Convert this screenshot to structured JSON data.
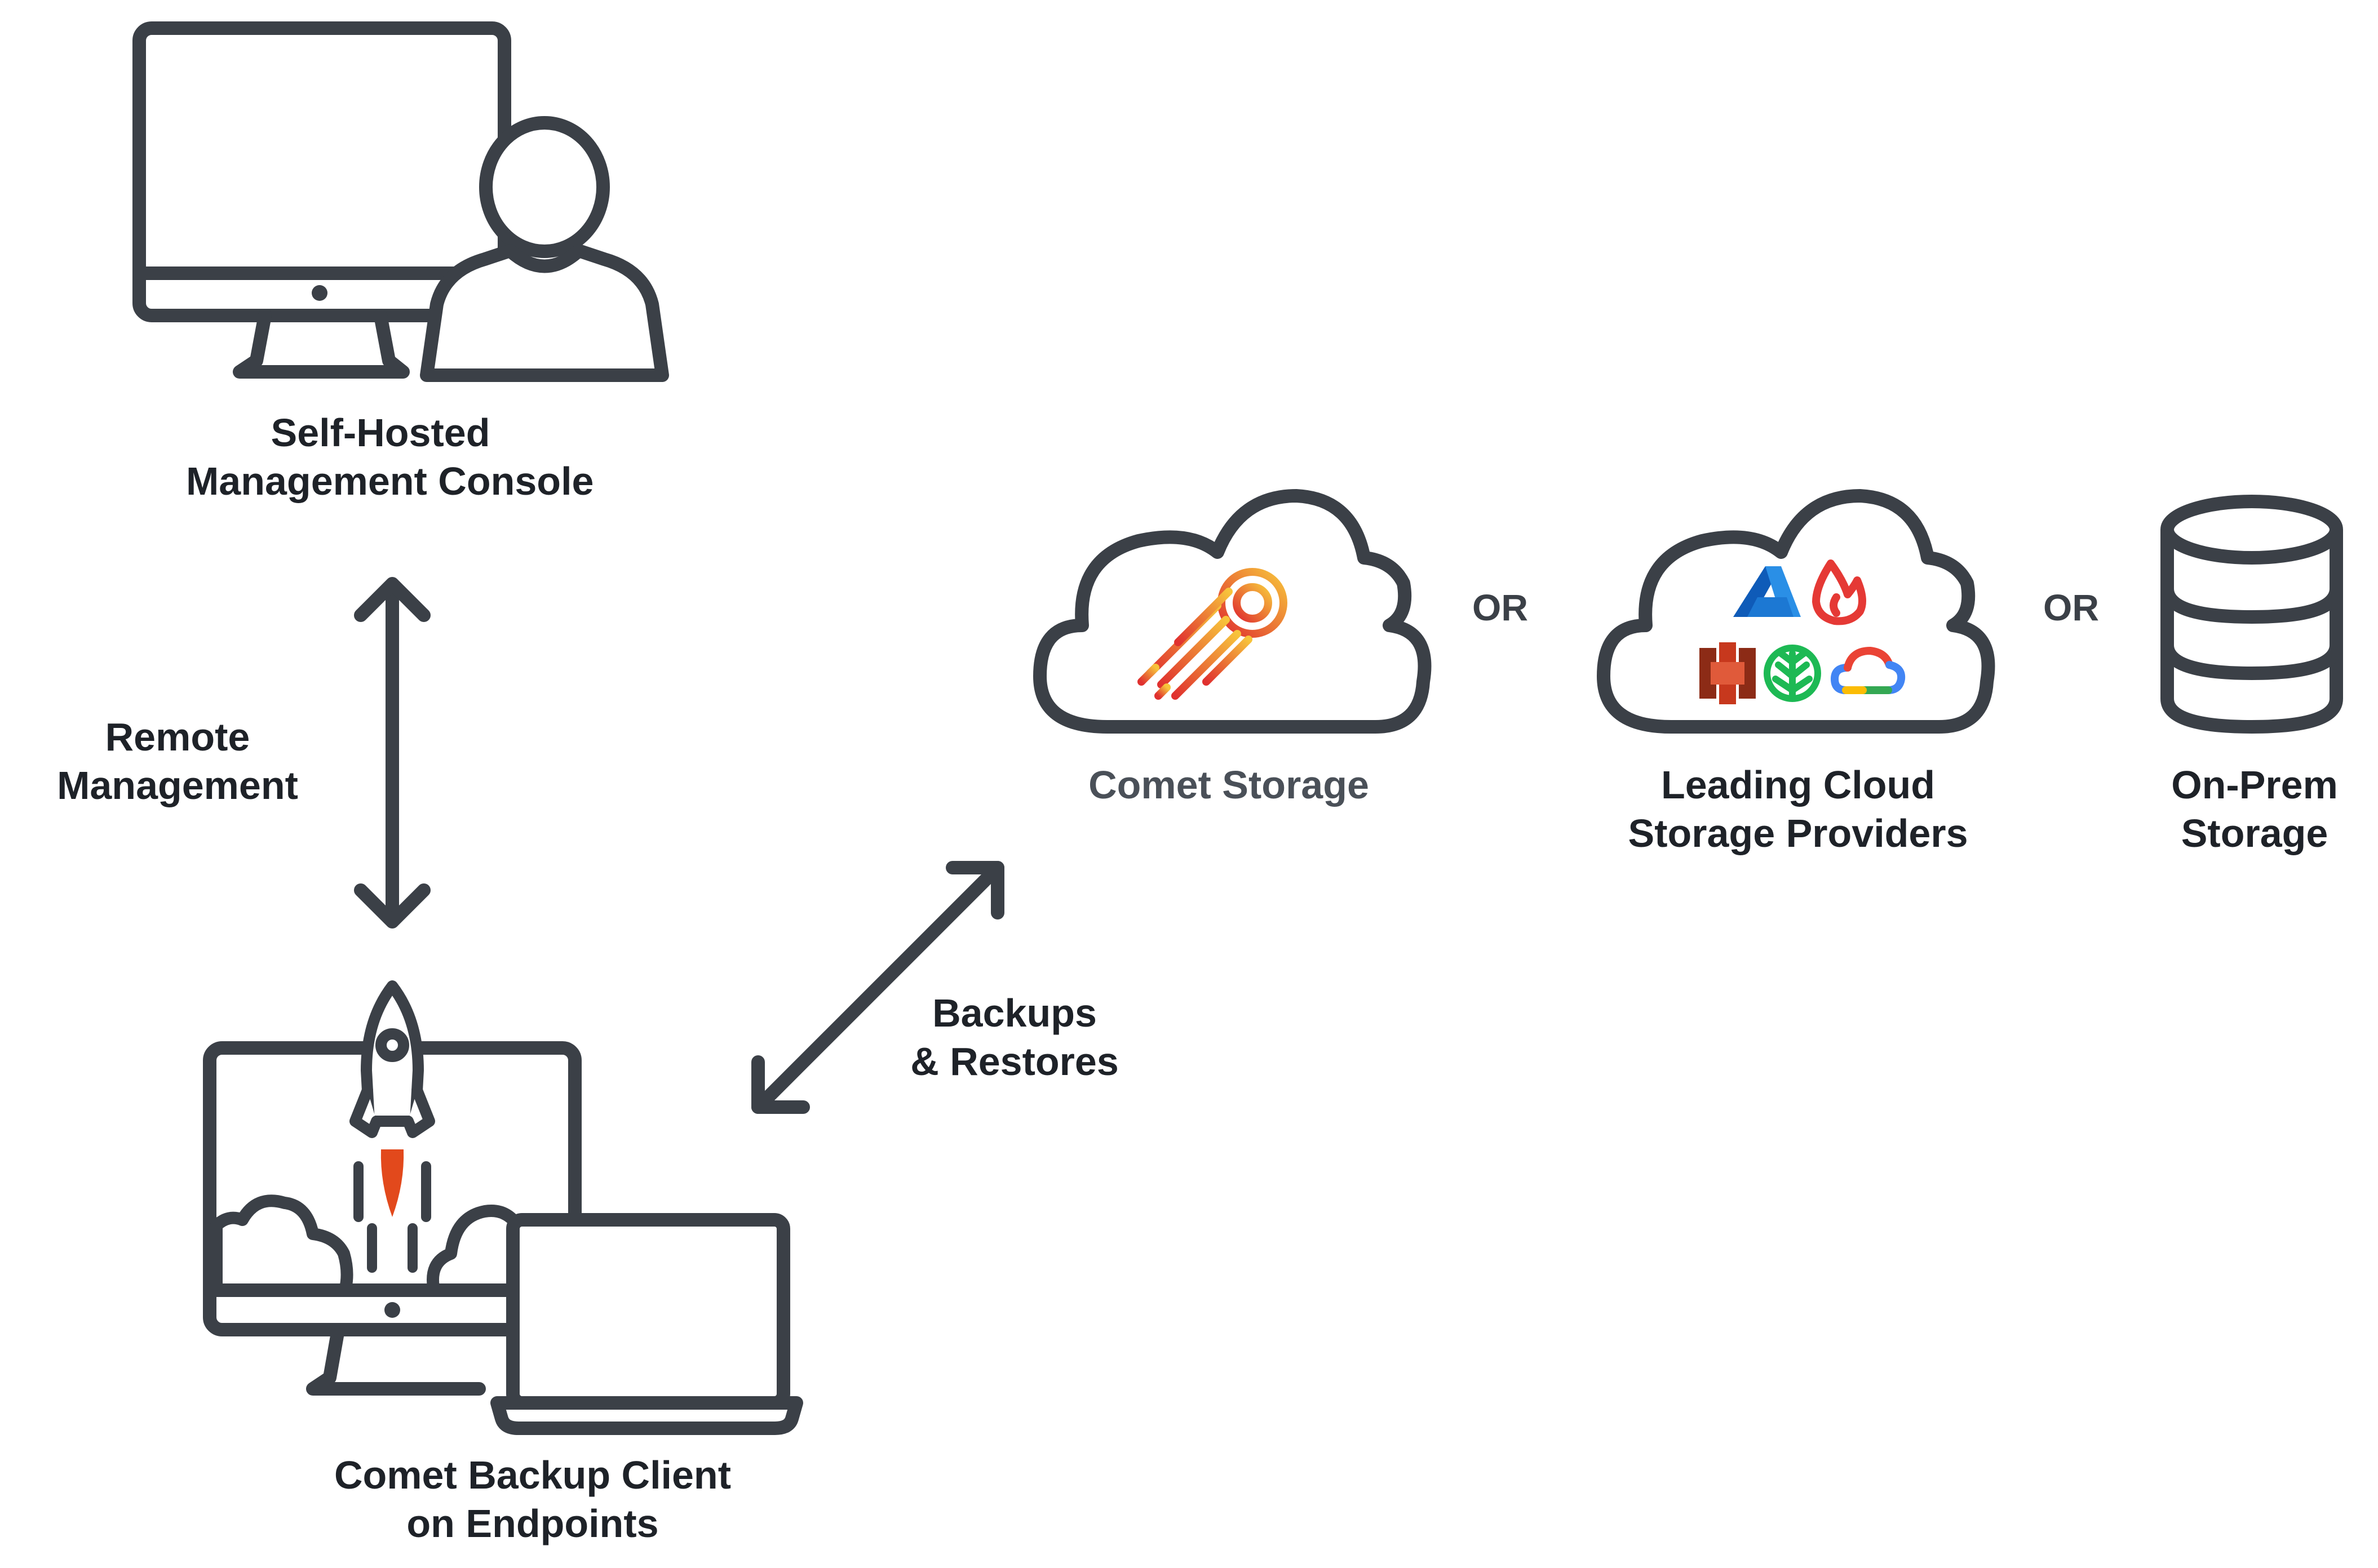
{
  "labels": {
    "console": [
      "Self-Hosted",
      "Management Console"
    ],
    "remote": [
      "Remote",
      "Management"
    ],
    "client": [
      "Comet Backup Client",
      "on Endpoints"
    ],
    "backups": [
      "Backups",
      "& Restores"
    ],
    "comet_storage": "Comet Storage",
    "cloud_providers": [
      "Leading Cloud",
      "Storage Providers"
    ],
    "onprem": [
      "On-Prem",
      "Storage"
    ],
    "or_1": "OR",
    "or_2": "OR"
  },
  "colors": {
    "stroke": "#3b4047",
    "text": "#1e2228",
    "rocket_flame": "#e2491c",
    "comet_gradient": [
      "#f7c33b",
      "#e0312f"
    ],
    "azure": "#1c78d3",
    "firebase_red": "#e53935",
    "aws_s3": "#c7381d",
    "wasabi_green": "#1db954",
    "gcp": [
      "#ea4335",
      "#4285f4",
      "#34a853",
      "#fbbc05"
    ]
  },
  "icons": [
    "monitor-icon",
    "person-icon",
    "rocket-icon",
    "laptop-icon",
    "cloud-icon",
    "comet-icon",
    "azure-icon",
    "firebase-icon",
    "aws-s3-icon",
    "wasabi-icon",
    "google-cloud-icon",
    "database-icon"
  ]
}
